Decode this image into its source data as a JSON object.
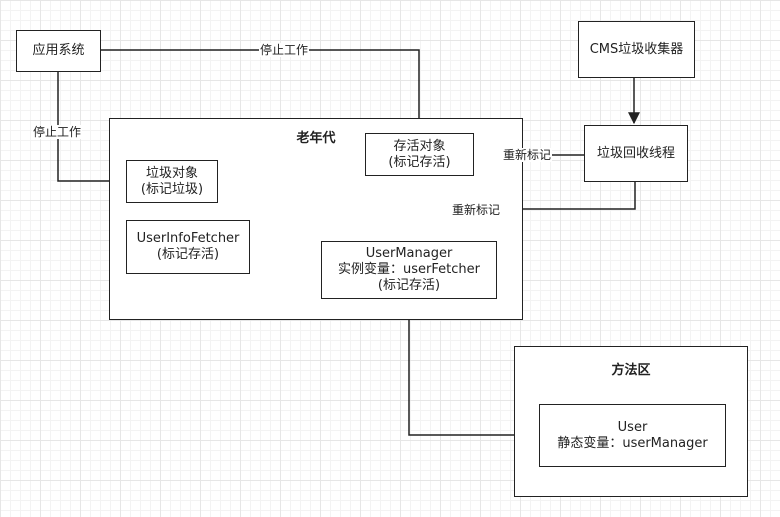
{
  "nodes": {
    "app_system": {
      "label": "应用系统"
    },
    "cms_collector": {
      "label": "CMS垃圾收集器"
    },
    "gc_thread": {
      "label": "垃圾回收线程"
    },
    "old_gen": {
      "title": "老年代"
    },
    "live_object": {
      "line1": "存活对象",
      "line2": "(标记存活)"
    },
    "garbage_object": {
      "line1": "垃圾对象",
      "line2": "(标记垃圾)"
    },
    "user_info_fetcher": {
      "line1": "UserInfoFetcher",
      "line2": "(标记存活)"
    },
    "user_manager": {
      "line1": "UserManager",
      "line2": "实例变量：userFetcher",
      "line3": "(标记存活)"
    },
    "method_area": {
      "title": "方法区"
    },
    "user": {
      "line1": "User",
      "line2": "静态变量：userManager"
    }
  },
  "edges": {
    "stop_work_top": "停止工作",
    "stop_work_left": "停止工作",
    "remark_1": "重新标记",
    "remark_2": "重新标记"
  }
}
